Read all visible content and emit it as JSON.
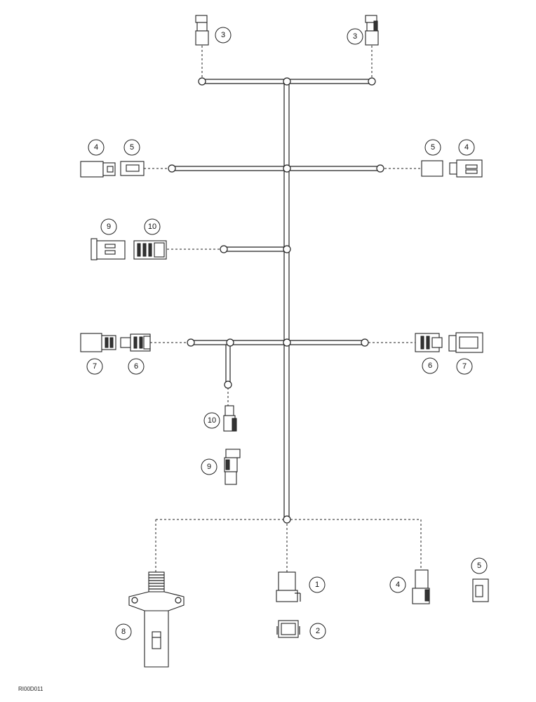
{
  "diagram": {
    "figure_reference": "RI00D011",
    "callouts": {
      "c1": "1",
      "c2": "2",
      "c3": "3",
      "c4": "4",
      "c5": "5",
      "c6": "6",
      "c7": "7",
      "c8": "8",
      "c9": "9",
      "c10": "10"
    }
  }
}
